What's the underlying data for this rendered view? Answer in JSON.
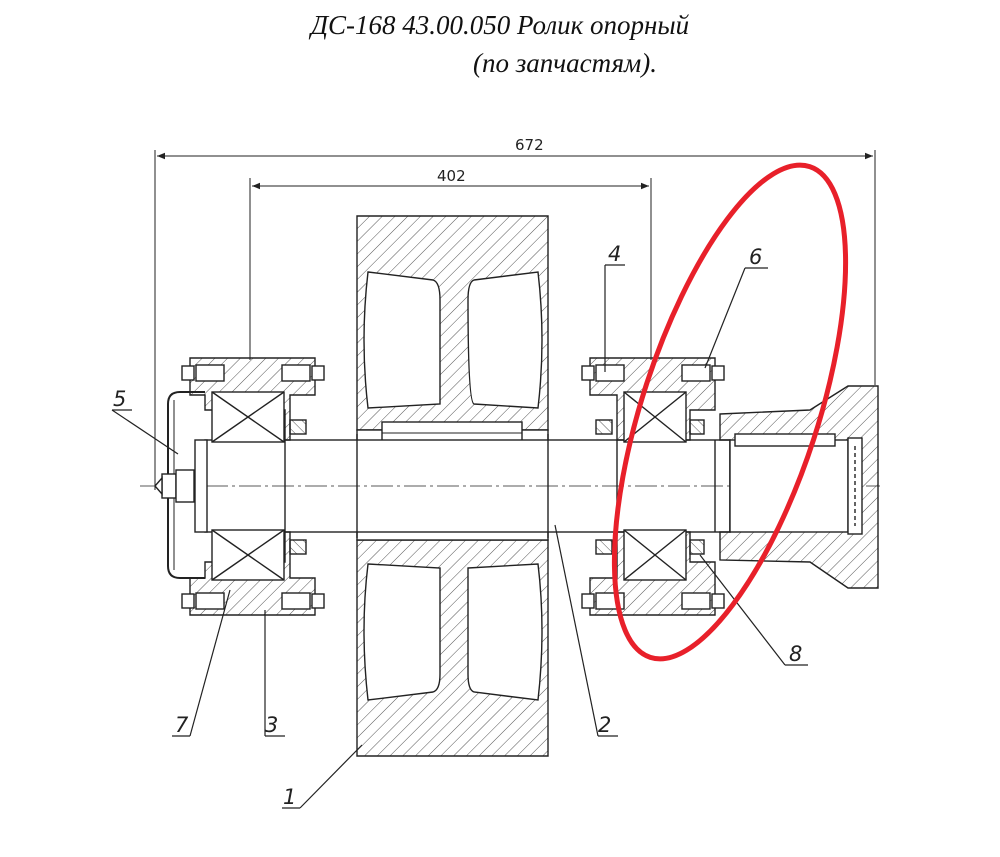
{
  "title": {
    "line1": "ДС-168 43.00.050 Ролик опорный",
    "line2": "(по запчастям)."
  },
  "dimensions": {
    "overall": "672",
    "bearing_span": "402"
  },
  "callouts": [
    "1",
    "2",
    "3",
    "4",
    "5",
    "6",
    "7",
    "8"
  ],
  "colors": {
    "line": "#222222",
    "hatch": "#555555",
    "highlight": "#e8202a"
  }
}
